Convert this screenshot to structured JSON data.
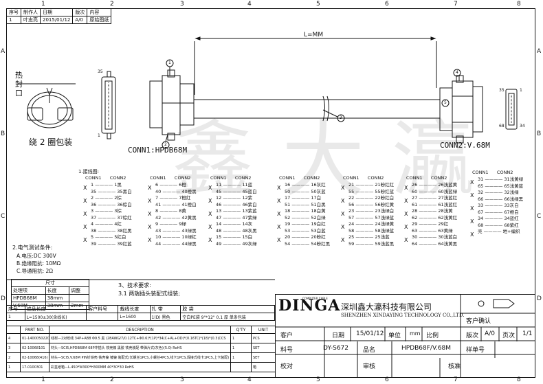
{
  "frame": {
    "columns": [
      "1",
      "2",
      "3",
      "4",
      "5",
      "6",
      "7",
      "8"
    ],
    "rows": [
      "A",
      "B",
      "C",
      "D"
    ]
  },
  "revision": {
    "headers": [
      "序号",
      "制作人",
      "日期",
      "版次",
      "内容"
    ],
    "rows": [
      [
        "1",
        "叶志亮",
        "2015/01/12",
        "A/0",
        "原始图纸"
      ]
    ]
  },
  "heat_label": "热\n封\n口",
  "winding_label": "绕 2 圈包装",
  "length_label": "L=MM",
  "conn1_label": "CONN1:HPDB68M",
  "conn2_label": "CONN2:V.68M",
  "callouts": [
    "1",
    "2",
    "3",
    "4",
    "5"
  ],
  "pin_numbers": {
    "left_top": "35",
    "left_bottom": "1",
    "right_top1": "35",
    "right_top2": "1",
    "right_bottom1": "68",
    "right_bottom2": "34"
  },
  "wiring_title": "1.接线图:",
  "wiring_header": [
    "CONN1",
    "CONN2"
  ],
  "wiring_columns": [
    [
      "1 ———— 1黑",
      "35 ———— 35黑白",
      "2 ———— 2棕",
      "36 ———— 36棕白",
      "3 ———— 3棕",
      "37 ———— 37棕红",
      "4 ———— 4红",
      "38 ———— 38红黑",
      "5 ———— 5红白",
      "39 ———— 39红蓝"
    ],
    [
      "6 ———— 6橙",
      "40 ———— 40橙黑",
      "7 ———— 7橙红",
      "41 ———— 41橙白",
      "8 ———— 8黄",
      "42 ———— 42黄黑",
      "9 ———— 9绿",
      "43 ———— 43绿黑",
      "10 ———— 10绿红",
      "44 ———— 44绿黑"
    ],
    [
      "11 ———— 11蓝",
      "45 ———— 45蓝白",
      "12 ———— 12紫",
      "46 ———— 46紫白",
      "13 ———— 13紫蓝",
      "47 ———— 47紫绿",
      "14 ———— 14灰",
      "48 ———— 48灰黑",
      "15 ———— 15白",
      "49 ———— 49灰绿"
    ],
    [
      "16 ———— 16灰红",
      "50 ———— 50灰蓝",
      "17 ———— 17白",
      "51 ———— 51白黑",
      "18 ———— 18白黄",
      "52 ———— 52白绿",
      "19 ———— 19白红",
      "53 ———— 53白蓝",
      "20 ———— 20粉红",
      "54 ———— 54粉红黑"
    ],
    [
      "21 ———— 21粉红红",
      "55 ———— 55粉红蓝",
      "22 ———— 22粉红白",
      "56 ———— 56粉红黄",
      "23 ———— 23浅绿白",
      "57 ———— 57浅绿蓝",
      "24 ———— 24浅绿黄",
      "58 ———— 58浅绿蓝",
      "25 ———— 25浅蓝",
      "59 ———— 59浅蓝黑"
    ],
    [
      "26 ———— 26浅蓝黄",
      "60 ———— 60浅蓝绿",
      "27 ———— 27浅蓝红",
      "61 ———— 61浅蓝红",
      "28 ———— 28浅黄",
      "62 ———— 62浅黄红",
      "29 ———— 29红",
      "63 ———— 63黄绿",
      "30 ———— 30浅蓝白",
      "64 ———— 64浅黄黑"
    ],
    [
      "31 ———— 31浅黄绿",
      "65 ———— 65浅黄蓝",
      "32 ———— 32浅绿",
      "66 ———— 66浅绿黑",
      "33 ———— 33灰白",
      "67 ———— 67橙白",
      "34 ———— 34蓝红",
      "68 ———— 68紫红",
      "壳 ———— 地+编织"
    ]
  ],
  "electrical": {
    "title": "2.电气测试条件:",
    "items": [
      "A.电压:DC 300V",
      "B.绝缘阻抗: 10MΩ",
      "C.导通阻抗: 2Ω"
    ]
  },
  "tech": {
    "title": "3、技术要求:",
    "item": "3.1 两端插头装配式组装;"
  },
  "dims": {
    "header": "尺寸",
    "cols": [
      "处理项",
      "长度",
      "调整"
    ],
    "rows": [
      [
        "HPDB68M",
        "38mm",
        ""
      ],
      [
        "V.68M",
        "38mm",
        "2mm"
      ]
    ]
  },
  "bom_top": {
    "headers": [
      "序号",
      "成品长度",
      "客户料号",
      "裁线长度",
      "扎 带",
      "胶 袋"
    ],
    "values": [
      "1",
      "L=1500±30(含线长)",
      "",
      "L=1600",
      "1(D) 黑色",
      "空白PE袋 9\"*12\" 0.1 厚 单条包装"
    ]
  },
  "bom": {
    "headers": [
      "",
      "PART NO.",
      "DESCRIPTION",
      "Q'TY",
      "UNIT"
    ],
    "rows": [
      [
        "4",
        "01-1400050220",
        "线材—2对绞线 34P+AB8 Φ9.5 黑 (28AWG/7/0.12TC+Φ0.6)*(1P)*34(C+AL+OD)*(0.16TC)*(18)*(0.3)CCS",
        "1",
        "PCS"
      ],
      [
        "3",
        "02-10068101",
        "材头—SCI5,HPDB68M 68P冲插头 铁壳镍 黑胶 铁壳装配 带弹片式(灰色)(5.0) RoHS",
        "1",
        "SET"
      ],
      [
        "2",
        "02-10068(416)",
        "材头—SCI5,V.68M PIN针铁壳 铁壳镍 镀镍 装配式(长螺丝1PCS,小螺丝4PCS,线卡1PCS,焊接式线卡1PCS,上卡装配) RoHS",
        "1",
        "SET"
      ],
      [
        "1",
        "17-0100301",
        "彩盒纸箱—L.450*W300*H300MM 40*30*30 RoHS",
        "",
        "箱"
      ]
    ]
  },
  "company": {
    "logo": "DINGA",
    "logo_sub": "COMPUTER CABLE",
    "name_cn": "深圳鑫大瀛科技有限公司",
    "name_en": "SHENZHEN XINDAYING TECHNOLOGY CO.,LTD."
  },
  "title_block": {
    "customer_confirm": "客户确认",
    "customer": "客户",
    "date_label": "日期",
    "date": "15/01/12",
    "unit_label": "单位",
    "unit": "mm",
    "scale_label": "比例",
    "rev_label": "版次",
    "rev": "A/0",
    "page_label": "页次",
    "page": "1/1",
    "part_label": "料号",
    "part": "DY-S672",
    "name_label": "品名",
    "name": "HPDB68F/V.68M",
    "sample_label": "样单号",
    "check_label": "校对",
    "review_label": "审核",
    "approve_label": "核准"
  },
  "watermark": "鑫大瀛"
}
